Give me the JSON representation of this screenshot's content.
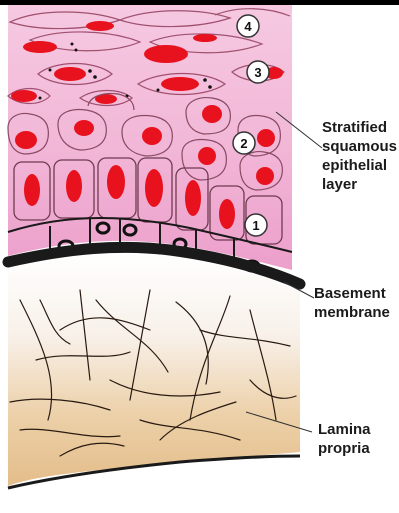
{
  "labels": {
    "epithelium": "Stratified\nsquamous\nepithelial\nlayer",
    "basement": "Basement\nmembrane",
    "lamina": "Lamina\npropria"
  },
  "markers": {
    "n1": "1",
    "n2": "2",
    "n3": "3",
    "n4": "4"
  },
  "colors": {
    "epithelium_fill": "#f2b8d8",
    "nucleus": "#e8121e",
    "basement": "#1a1a1a",
    "lamina_fill": "#e9c99f",
    "fiber": "#2a1b12"
  }
}
